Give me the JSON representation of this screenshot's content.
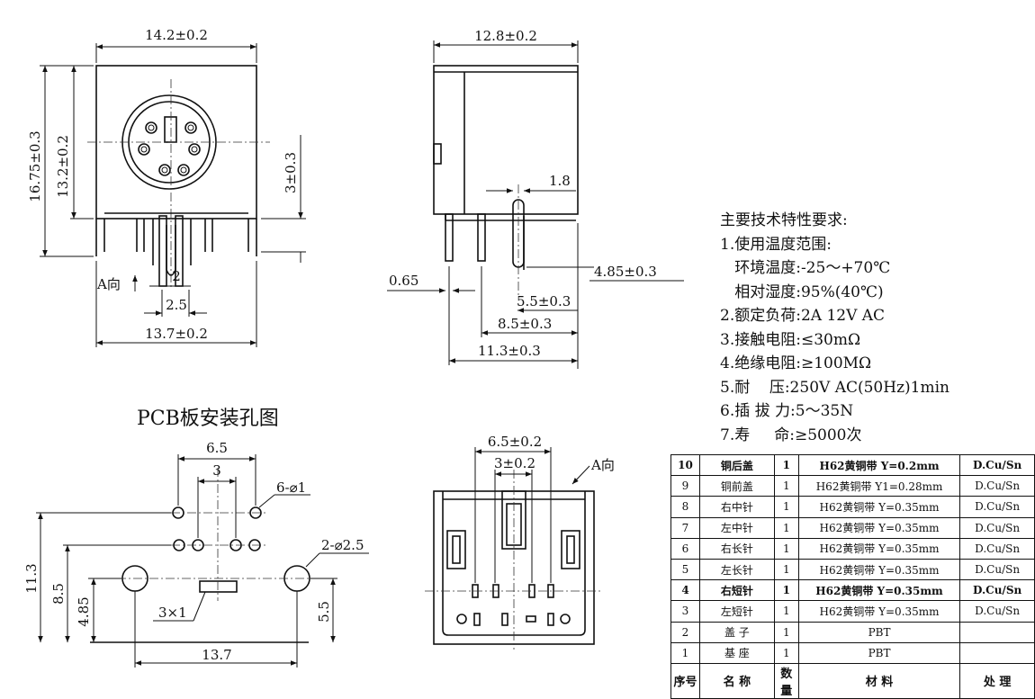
{
  "front_view": {
    "width": "14.2±0.2",
    "height_total": "16.75±0.3",
    "height_body": "13.2±0.2",
    "pin_offset": "3±0.3",
    "pin_gap": "2",
    "pin_pitch": "2.5",
    "base_width": "13.7±0.2",
    "direction": "A向"
  },
  "side_view": {
    "depth": "12.8±0.2",
    "pin_width": "1.8",
    "pin_thickness": "0.65",
    "pin_length": "4.85±0.3",
    "d1": "5.5±0.3",
    "d2": "8.5±0.3",
    "d3": "11.3±0.3"
  },
  "pcb": {
    "title": "PCB板安装孔图",
    "span_outer": "6.5",
    "span_inner": "3",
    "small_holes": "6-⌀1",
    "large_holes": "2-⌀2.5",
    "height_a": "11.3",
    "height_b": "8.5",
    "height_c": "4.85",
    "right_height": "5.5",
    "slot": "3×1",
    "base_width": "13.7"
  },
  "bottom_view": {
    "span_outer": "6.5±0.2",
    "span_inner": "3±0.2",
    "direction": "A向"
  },
  "requirements": {
    "title": "主要技术特性要求:",
    "lines": [
      "1.使用温度范围:",
      "   环境温度:-25～+70℃",
      "   相对湿度:95%(40℃)",
      "2.额定负荷:2A 12V AC",
      "3.接触电阻:≤30mΩ",
      "4.绝缘电阻:≥100MΩ",
      "5.耐    压:250V AC(50Hz)1min",
      "6.插 拔 力:5～35N",
      "7.寿     命:≥5000次"
    ]
  },
  "parts_table": {
    "headers": [
      "序号",
      "名 称",
      "数量",
      "材 料",
      "处 理"
    ],
    "rows": [
      {
        "no": "10",
        "name": "铜后盖",
        "qty": "1",
        "material": "H62黄铜带 Y=0.2mm",
        "finish": "D.Cu/Sn",
        "bold": true
      },
      {
        "no": "9",
        "name": "铜前盖",
        "qty": "1",
        "material": "H62黄铜带 Y1=0.28mm",
        "finish": "D.Cu/Sn",
        "bold": false
      },
      {
        "no": "8",
        "name": "右中针",
        "qty": "1",
        "material": "H62黄铜带 Y=0.35mm",
        "finish": "D.Cu/Sn",
        "bold": false
      },
      {
        "no": "7",
        "name": "左中针",
        "qty": "1",
        "material": "H62黄铜带 Y=0.35mm",
        "finish": "D.Cu/Sn",
        "bold": false
      },
      {
        "no": "6",
        "name": "右长针",
        "qty": "1",
        "material": "H62黄铜带 Y=0.35mm",
        "finish": "D.Cu/Sn",
        "bold": false
      },
      {
        "no": "5",
        "name": "左长针",
        "qty": "1",
        "material": "H62黄铜带 Y=0.35mm",
        "finish": "D.Cu/Sn",
        "bold": false
      },
      {
        "no": "4",
        "name": "右短针",
        "qty": "1",
        "material": "H62黄铜带 Y=0.35mm",
        "finish": "D.Cu/Sn",
        "bold": true
      },
      {
        "no": "3",
        "name": "左短针",
        "qty": "1",
        "material": "H62黄铜带 Y=0.35mm",
        "finish": "D.Cu/Sn",
        "bold": false
      },
      {
        "no": "2",
        "name": "盖 子",
        "qty": "1",
        "material": "PBT",
        "finish": "",
        "bold": false
      },
      {
        "no": "1",
        "name": "基 座",
        "qty": "1",
        "material": "PBT",
        "finish": "",
        "bold": false
      }
    ]
  }
}
